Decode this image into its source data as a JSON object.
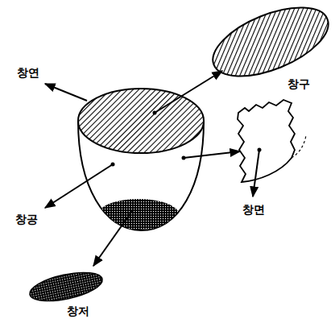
{
  "diagram": {
    "labels": [
      "창연",
      "창구",
      "창공",
      "창면",
      "창저"
    ]
  }
}
